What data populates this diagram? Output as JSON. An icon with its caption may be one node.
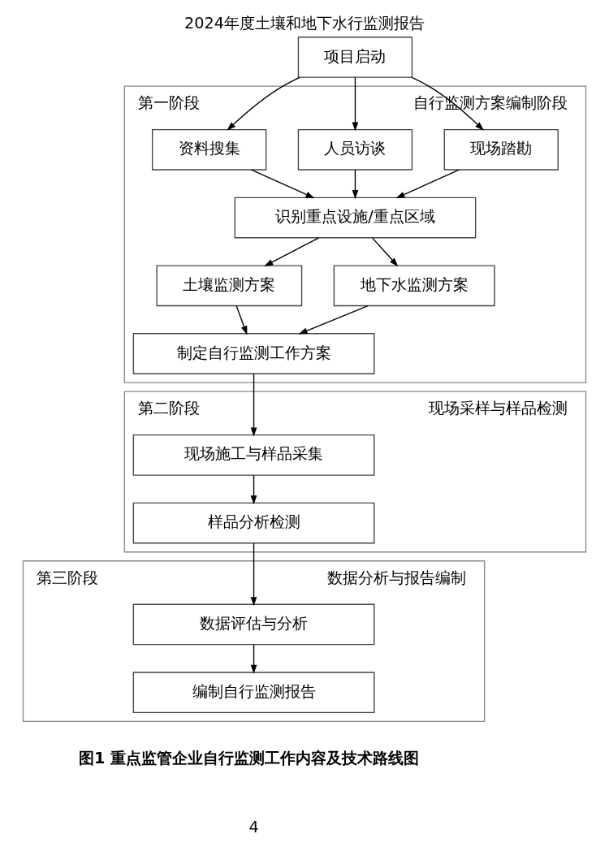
{
  "diagram": {
    "title": "2024年度土壤和地下水行监测报告",
    "caption": "图1 重点监管企业自行监测工作内容及技术路线图",
    "nodes": [
      {
        "text": [
          "项目启动"
        ]
      },
      {
        "text": [
          "第一阶段",
          "自行监测方案编制阶段"
        ]
      },
      {
        "text": [
          "资料搜集"
        ],
        "in": 1
      },
      {
        "text": [
          "人员访谈"
        ],
        "in": 1
      },
      {
        "text": [
          "现场踏勘"
        ],
        "in": 1
      },
      {
        "text": [
          "识别重点设施/重点区域"
        ],
        "in": 1
      },
      {
        "text": [
          "土壤监测方案"
        ],
        "in": 1
      },
      {
        "text": [
          "地下水监测方案"
        ],
        "in": 1
      },
      {
        "text": [
          "制定自行监测工作方案"
        ],
        "in": 1
      },
      {
        "text": [
          "第二阶段",
          "现场采样与样品检测"
        ]
      },
      {
        "text": [
          "现场施工与样品采集"
        ],
        "in": 9
      },
      {
        "text": [
          "样品分析检测"
        ],
        "in": 9
      },
      {
        "text": [
          "第三阶段",
          "数据分析与报告编制"
        ]
      },
      {
        "text": [
          "数据评估与分析"
        ],
        "in": 12
      },
      {
        "text": [
          "编制自行监测报告"
        ],
        "in": 12
      }
    ],
    "edges": [
      {
        "from": 0,
        "to": 2,
        "arrow": "to"
      },
      {
        "from": 0,
        "to": 3,
        "arrow": "to"
      },
      {
        "from": 0,
        "to": 4,
        "arrow": "to"
      },
      {
        "from": 2,
        "to": 5,
        "arrow": "to"
      },
      {
        "from": 3,
        "to": 5,
        "arrow": "to"
      },
      {
        "from": 4,
        "to": 5,
        "arrow": "to"
      },
      {
        "from": 5,
        "to": 6,
        "arrow": "to"
      },
      {
        "from": 5,
        "to": 7,
        "arrow": "to"
      },
      {
        "from": 6,
        "to": 8,
        "arrow": "to"
      },
      {
        "from": 7,
        "to": 8,
        "arrow": "to"
      },
      {
        "from": 8,
        "to": 10,
        "arrow": "to"
      },
      {
        "from": 10,
        "to": 11,
        "arrow": "to"
      },
      {
        "from": 11,
        "to": 13,
        "arrow": "to"
      },
      {
        "from": 13,
        "to": 14,
        "arrow": "to"
      }
    ],
    "labels": [
      "4"
    ]
  }
}
